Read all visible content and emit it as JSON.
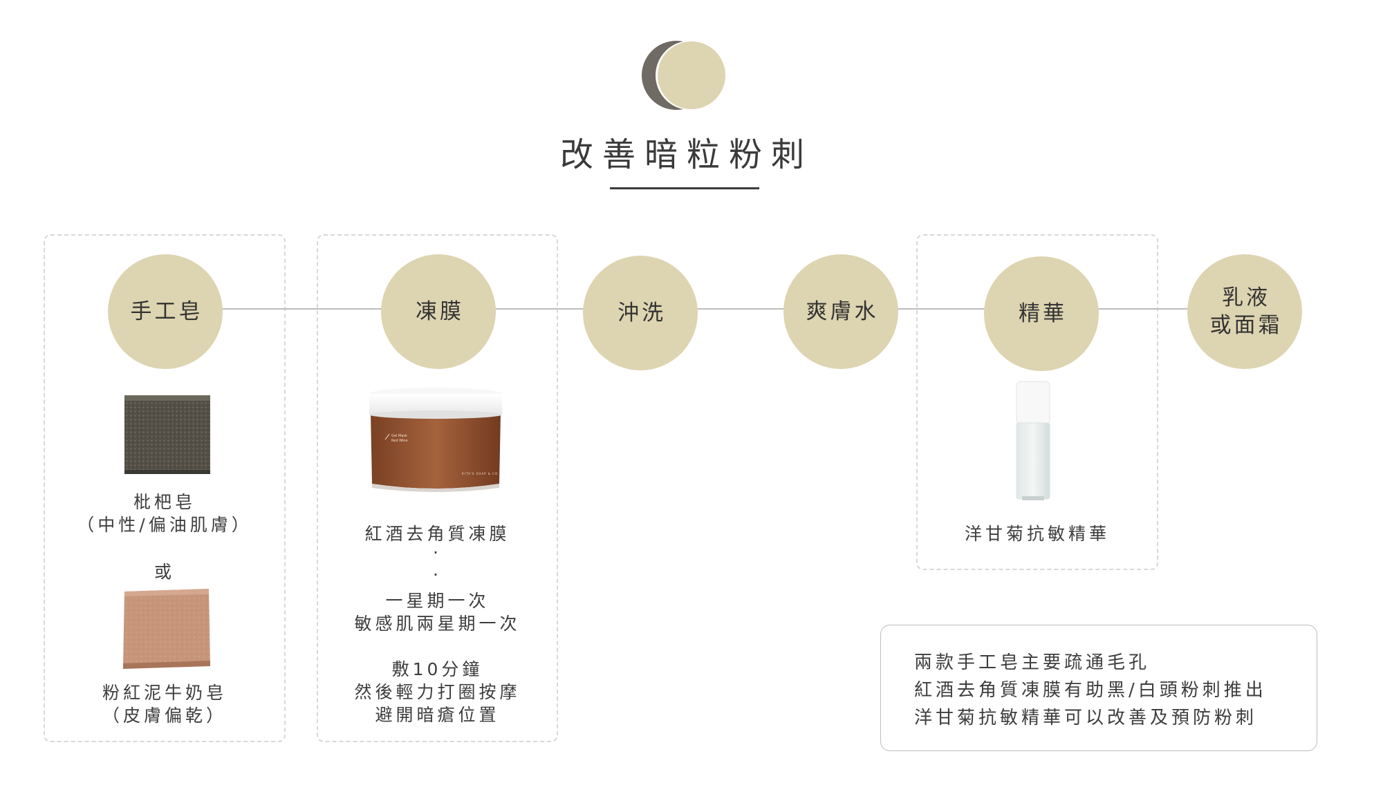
{
  "title": "改善暗粒粉刺",
  "colors": {
    "circle": "#ddd4b1",
    "logo_dark": "#6f6a63",
    "text": "#3d3d3d"
  },
  "steps": [
    {
      "label": "手工皂"
    },
    {
      "label": "凍膜"
    },
    {
      "label": "沖洗"
    },
    {
      "label": "爽膚水"
    },
    {
      "label": "精華"
    },
    {
      "label": "乳液\n或面霜"
    }
  ],
  "soap": {
    "option1": "枇杷皂\n（中性/偏油肌膚）",
    "or": "或",
    "option2": "粉紅泥牛奶皂\n（皮膚偏乾）"
  },
  "mask": {
    "name": "紅酒去角質凍膜",
    "dot1": "·",
    "dot2": "·",
    "frequency": "一星期一次\n敏感肌兩星期一次",
    "usage": "敷10分鐘\n然後輕力打圈按摩\n避開暗瘡位置"
  },
  "jar_label": {
    "line1": "Gel Mask",
    "line2": "Red Wine",
    "brand": "RITA'S SOAP & CO."
  },
  "essence": {
    "name": "洋甘菊抗敏精華"
  },
  "note": [
    "兩款手工皂主要疏通毛孔",
    "紅酒去角質凍膜有助黑/白頭粉刺推出",
    "洋甘菊抗敏精華可以改善及預防粉刺"
  ]
}
